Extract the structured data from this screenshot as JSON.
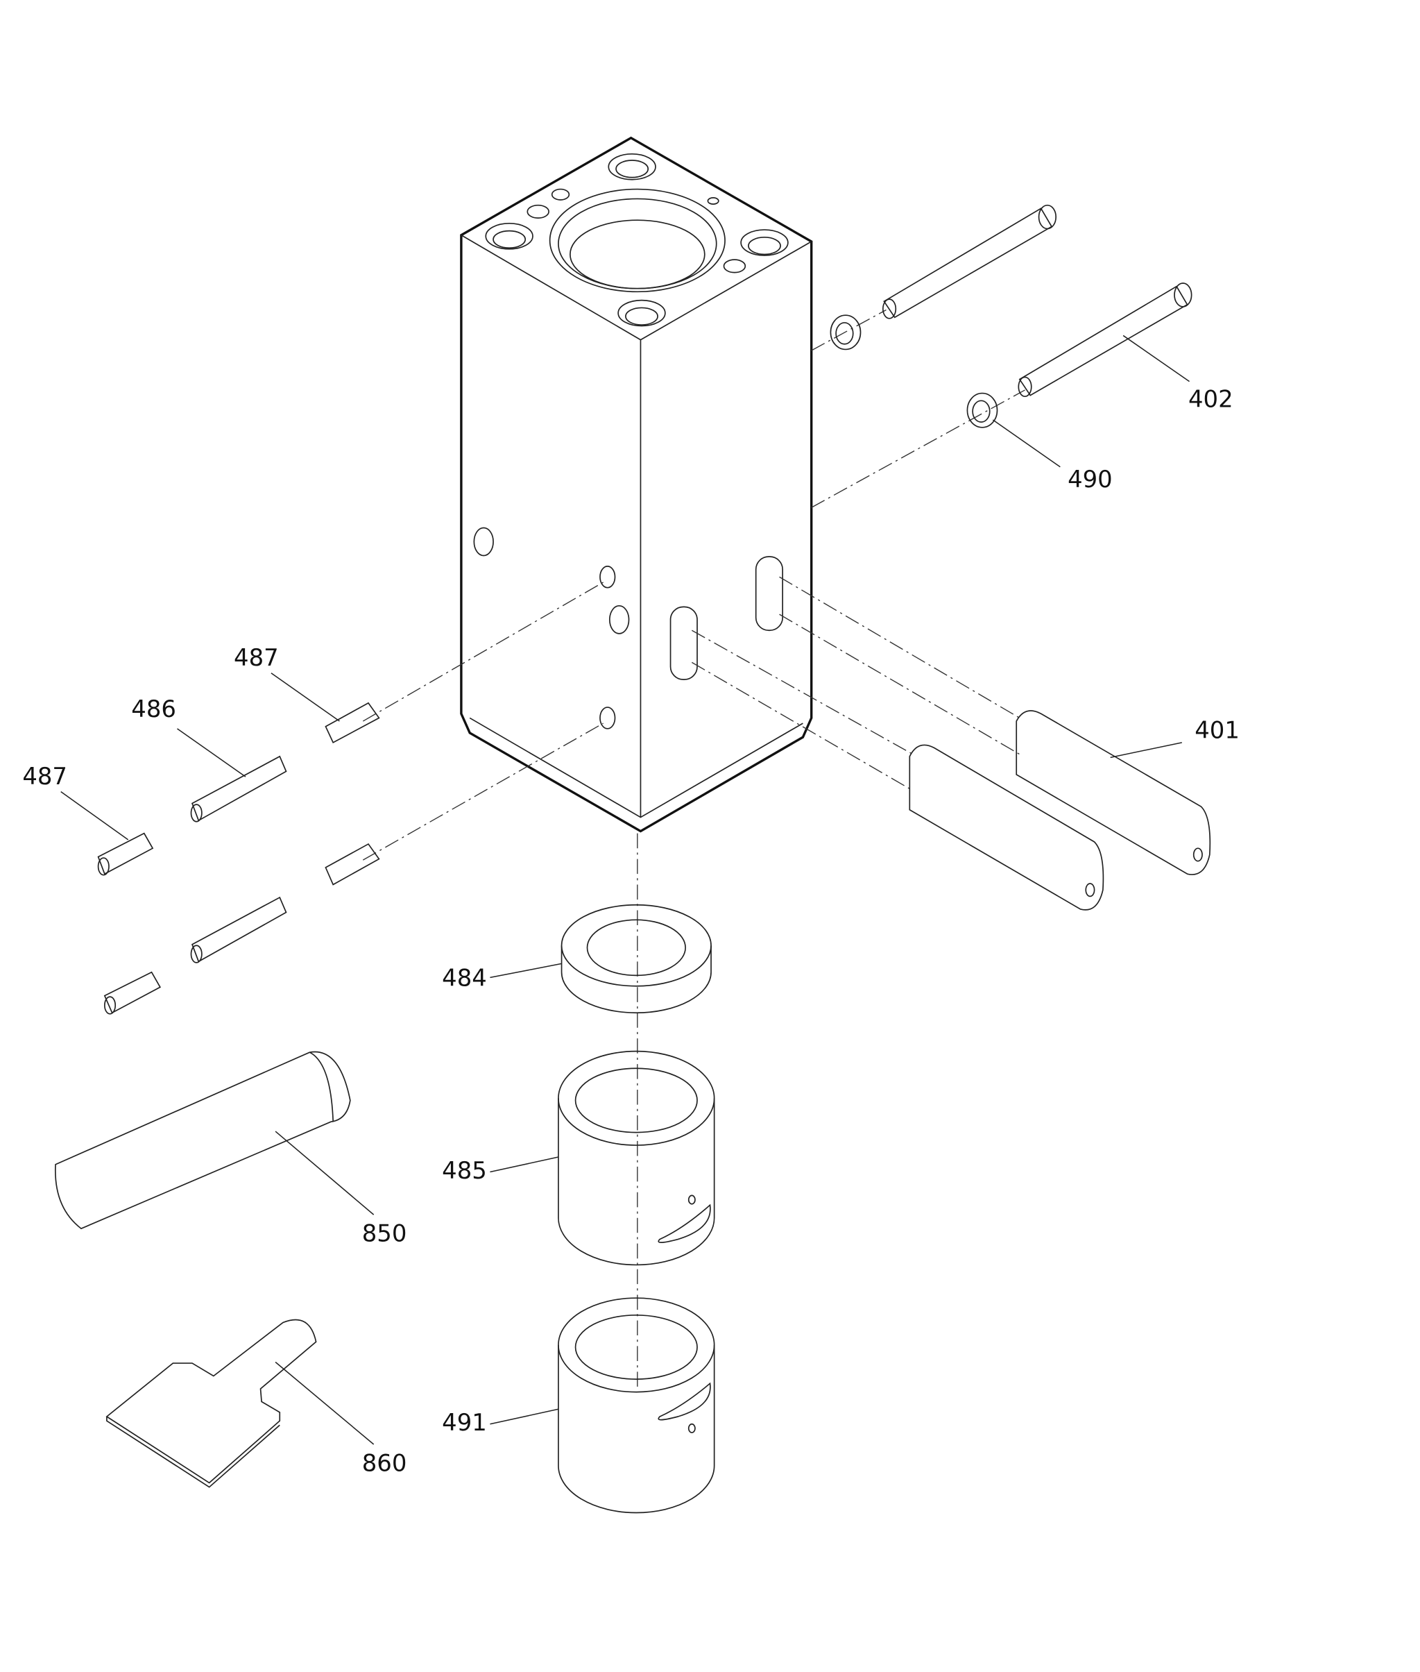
{
  "labels": {
    "p402": "402",
    "p490": "490",
    "p401": "401",
    "p487a": "487",
    "p486": "486",
    "p487b": "487",
    "p484": "484",
    "p485": "485",
    "p850": "850",
    "p491": "491",
    "p860": "860"
  }
}
